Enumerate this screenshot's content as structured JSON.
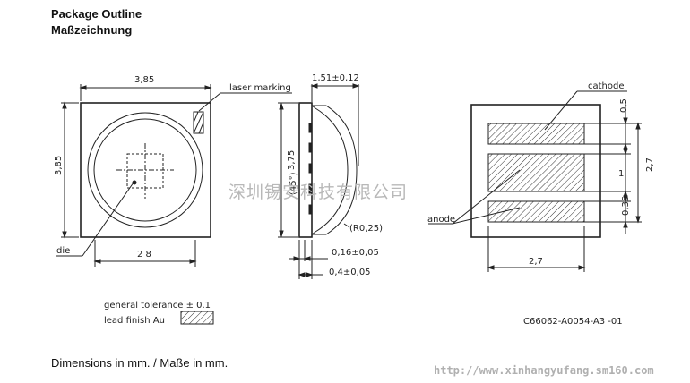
{
  "header": {
    "title_en": "Package Outline",
    "title_de": "Maßzeichnung"
  },
  "labels": {
    "dim_width": "3,85",
    "dim_height": "3,85",
    "laser_marking": "laser marking",
    "die": "die",
    "dim_lens": "2 8",
    "dim_side_top": "1,51±0,12",
    "dim_side_375": "3,75",
    "dim_side_45": "(45°)",
    "dim_r": "(R0,25)",
    "dim_016": "0,16±0,05",
    "dim_04": "0,4±0,05",
    "cathode": "cathode",
    "anode": "anode",
    "dim_05": "0,5",
    "dim_1": "1",
    "dim_27v": "2,7",
    "dim_035": "0,35",
    "dim_27h": "2,7",
    "tolerance": "general tolerance ± 0.1",
    "lead_finish": "lead finish Au",
    "drawing_no": "C66062-A0054-A3 -01"
  },
  "footer": {
    "units": "Dimensions in mm. / Maße in mm."
  },
  "watermark": {
    "company": "深圳锡安科技有限公司",
    "url": "http://www.xinhangyufang.sm160.com"
  }
}
